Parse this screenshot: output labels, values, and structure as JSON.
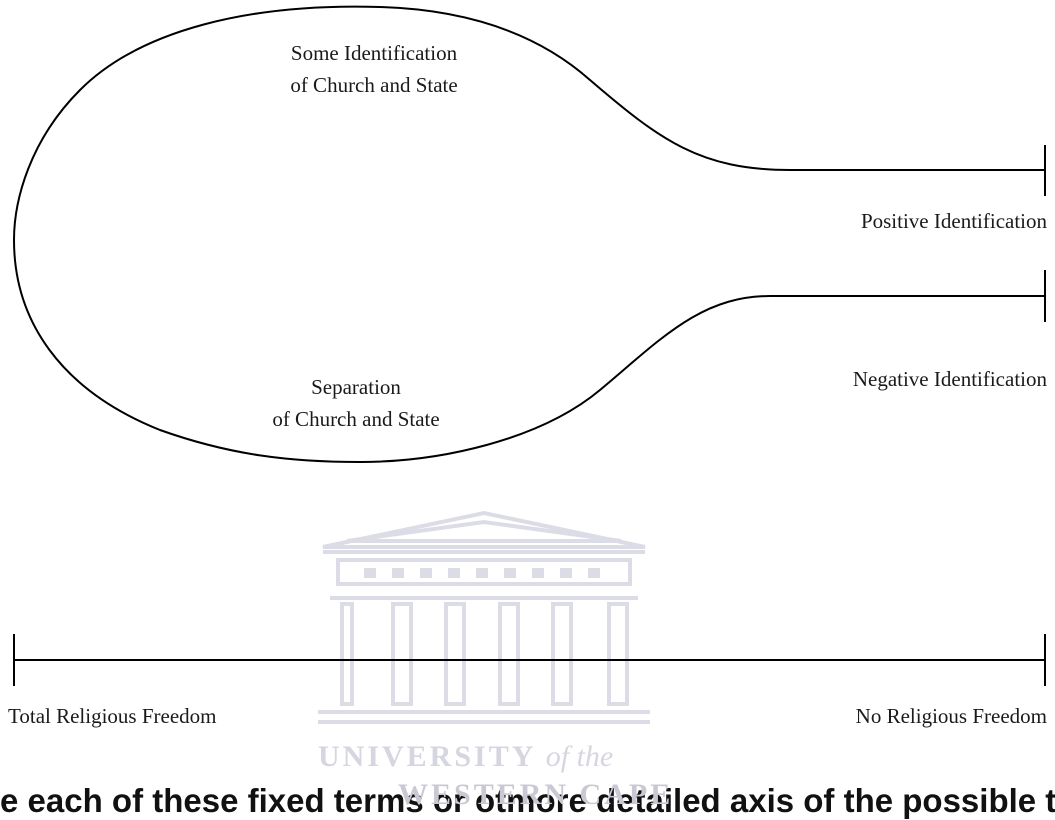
{
  "diagram": {
    "labels": {
      "some_identification_line1": "Some Identification",
      "some_identification_line2": "of Church and State",
      "separation_line1": "Separation",
      "separation_line2": "of Church and State",
      "positive_identification": "Positive Identification",
      "negative_identification": "Negative Identification",
      "total_religious_freedom": "Total Religious Freedom",
      "no_religious_freedom": "No Religious Freedom"
    }
  },
  "watermark": {
    "line1": "UNIVERSITY",
    "line1_italic": "of the",
    "line2": "WESTERN CAPE"
  },
  "body_text": {
    "cut_off_line": "e each of these fixed terms or otmore detailed axis of the possible types of"
  }
}
